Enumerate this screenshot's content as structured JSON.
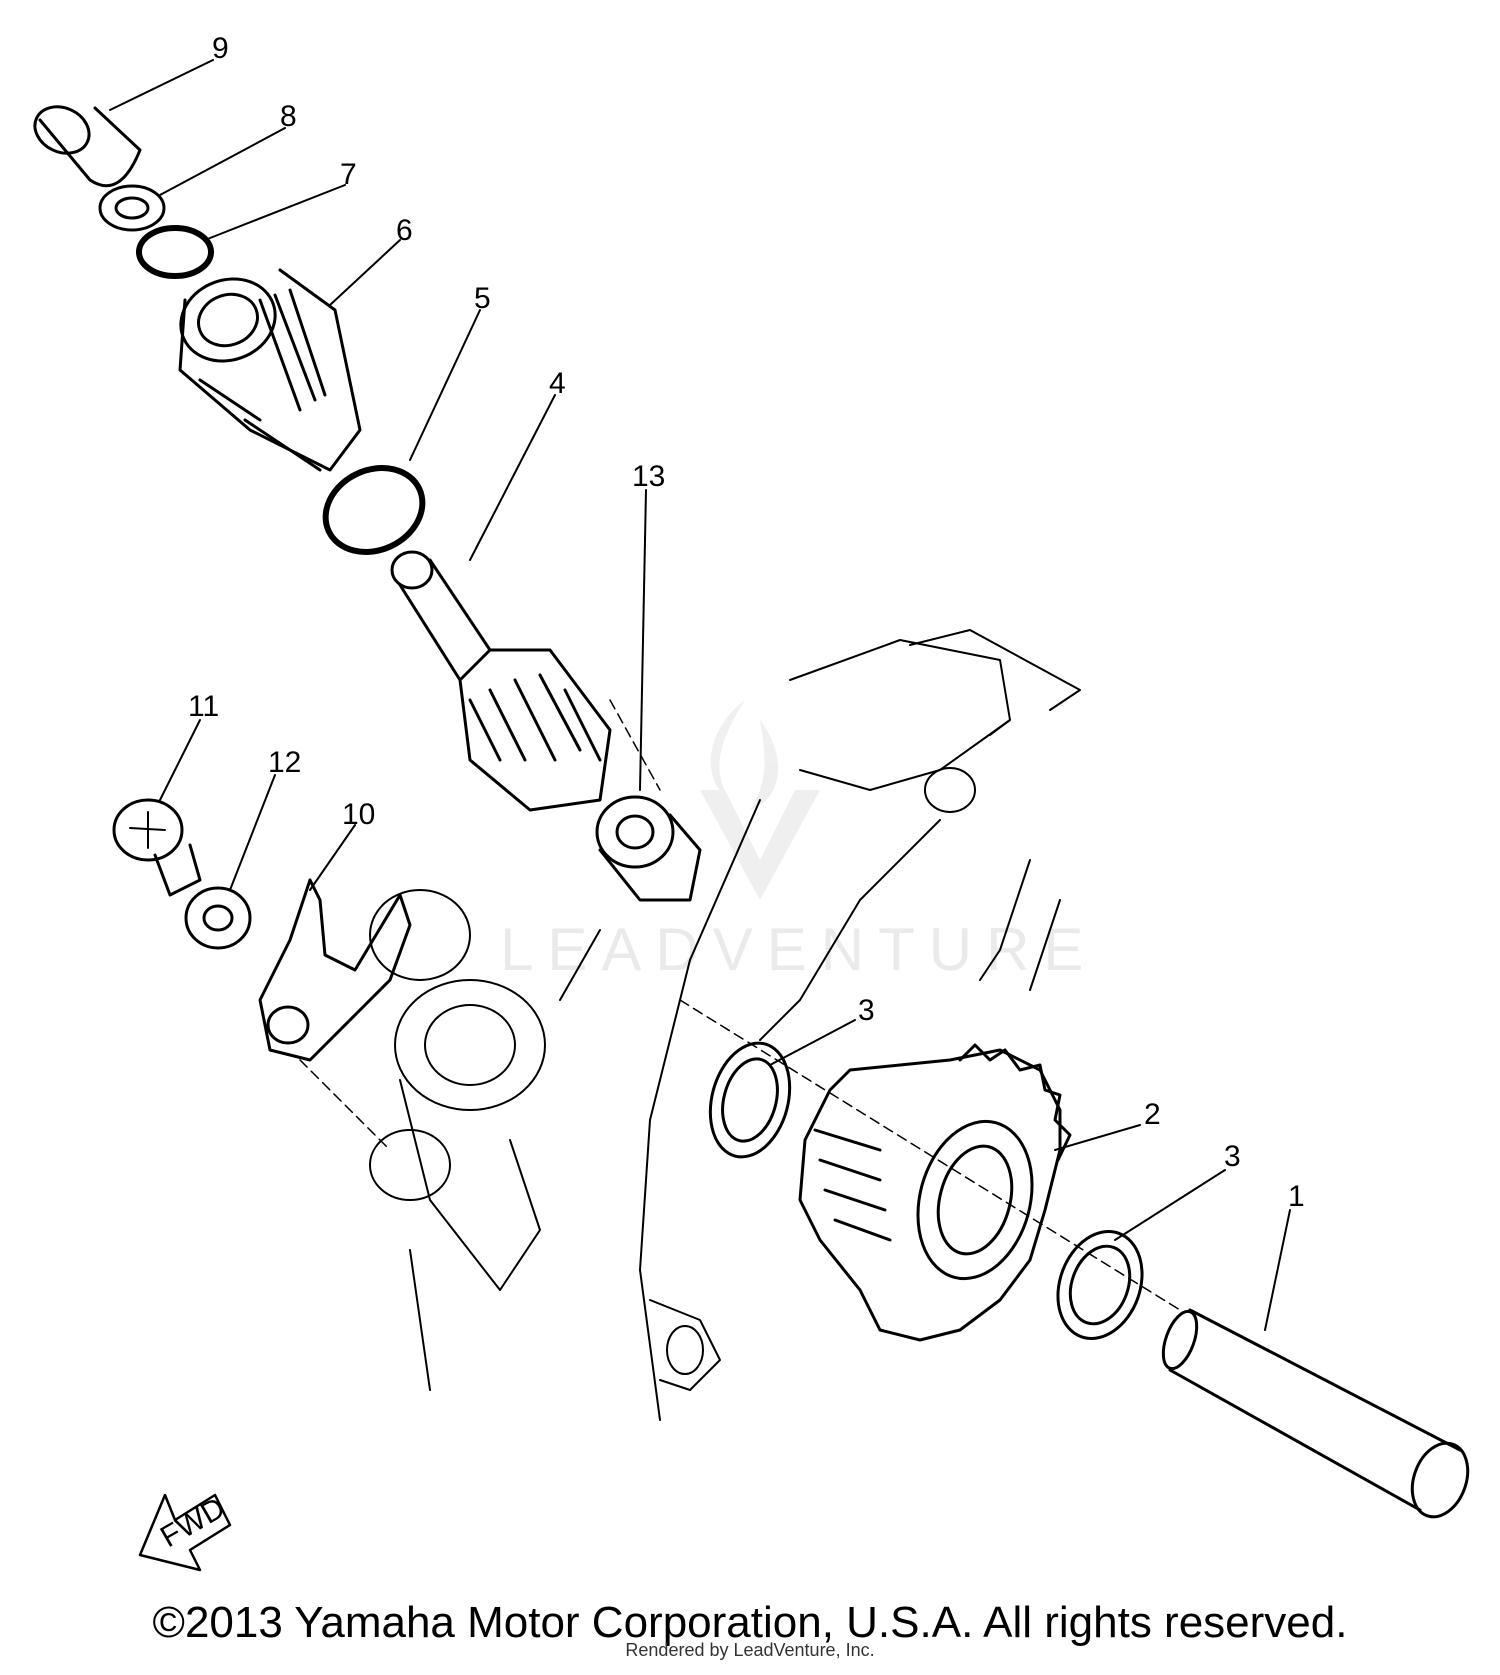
{
  "diagram": {
    "callouts": [
      {
        "id": "9",
        "label": "9"
      },
      {
        "id": "8",
        "label": "8"
      },
      {
        "id": "7",
        "label": "7"
      },
      {
        "id": "6",
        "label": "6"
      },
      {
        "id": "5",
        "label": "5"
      },
      {
        "id": "4",
        "label": "4"
      },
      {
        "id": "13",
        "label": "13"
      },
      {
        "id": "11",
        "label": "11"
      },
      {
        "id": "12",
        "label": "12"
      },
      {
        "id": "10",
        "label": "10"
      },
      {
        "id": "3a",
        "label": "3"
      },
      {
        "id": "2",
        "label": "2"
      },
      {
        "id": "3b",
        "label": "3"
      },
      {
        "id": "1",
        "label": "1"
      }
    ],
    "fwd_label": "FWD",
    "watermark": "LEADVENTURE"
  },
  "footer": {
    "copyright": "©2013 Yamaha Motor Corporation, U.S.A. All rights reserved.",
    "rendered_by": "Rendered by LeadVenture, Inc."
  }
}
